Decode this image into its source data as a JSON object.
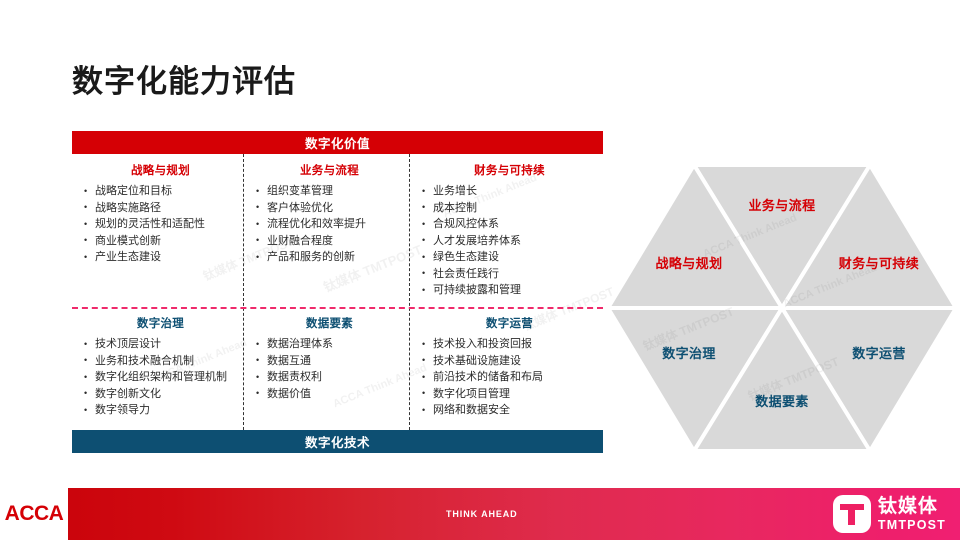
{
  "slide": {
    "title": "数字化能力评估"
  },
  "matrix": {
    "top_band_label": "数字化价值",
    "bottom_band_label": "数字化技术",
    "cells": [
      {
        "title": "战略与规划",
        "color": "red",
        "items": [
          "战略定位和目标",
          "战略实施路径",
          "规划的灵活性和适配性",
          "商业模式创新",
          "产业生态建设"
        ]
      },
      {
        "title": "业务与流程",
        "color": "red",
        "items": [
          "组织变革管理",
          "客户体验优化",
          "流程优化和效率提升",
          "业财融合程度",
          "产品和服务的创新"
        ]
      },
      {
        "title": "财务与可持续",
        "color": "red",
        "items": [
          "业务增长",
          "成本控制",
          "合规风控体系",
          "人才发展培养体系",
          "绿色生态建设",
          "社会责任践行",
          "可持续披露和管理"
        ]
      },
      {
        "title": "数字治理",
        "color": "blue",
        "items": [
          "技术顶层设计",
          "业务和技术融合机制",
          "数字化组织架构和管理机制",
          "数字创新文化",
          "数字领导力"
        ]
      },
      {
        "title": "数据要素",
        "color": "blue",
        "items": [
          "数据治理体系",
          "数据互通",
          "数据责权利",
          "数据价值"
        ]
      },
      {
        "title": "数字运营",
        "color": "blue",
        "items": [
          "技术投入和投资回报",
          "技术基础设施建设",
          "前沿技术的储备和布局",
          "数字化项目管理",
          "网络和数据安全"
        ]
      }
    ]
  },
  "hexagon": {
    "segments": [
      {
        "label": "业务与流程",
        "color": "red"
      },
      {
        "label": "战略与规划",
        "color": "red"
      },
      {
        "label": "财务与可持续",
        "color": "red"
      },
      {
        "label": "数字治理",
        "color": "blue"
      },
      {
        "label": "数字运营",
        "color": "blue"
      },
      {
        "label": "数据要素",
        "color": "blue"
      }
    ]
  },
  "watermarks": [
    "ACCA Think Ahead",
    "钛媒体 TMTPOST"
  ],
  "footer": {
    "acca_logo": "ACCA",
    "tagline": "THINK AHEAD",
    "tmtpost_cn": "钛媒体",
    "tmtpost_en": "TMTPOST"
  },
  "colors": {
    "value_band": "#d50005",
    "tech_band": "#0d4f72",
    "split_line": "#ef2a6b",
    "hex_fill": "#d9d9d9"
  }
}
